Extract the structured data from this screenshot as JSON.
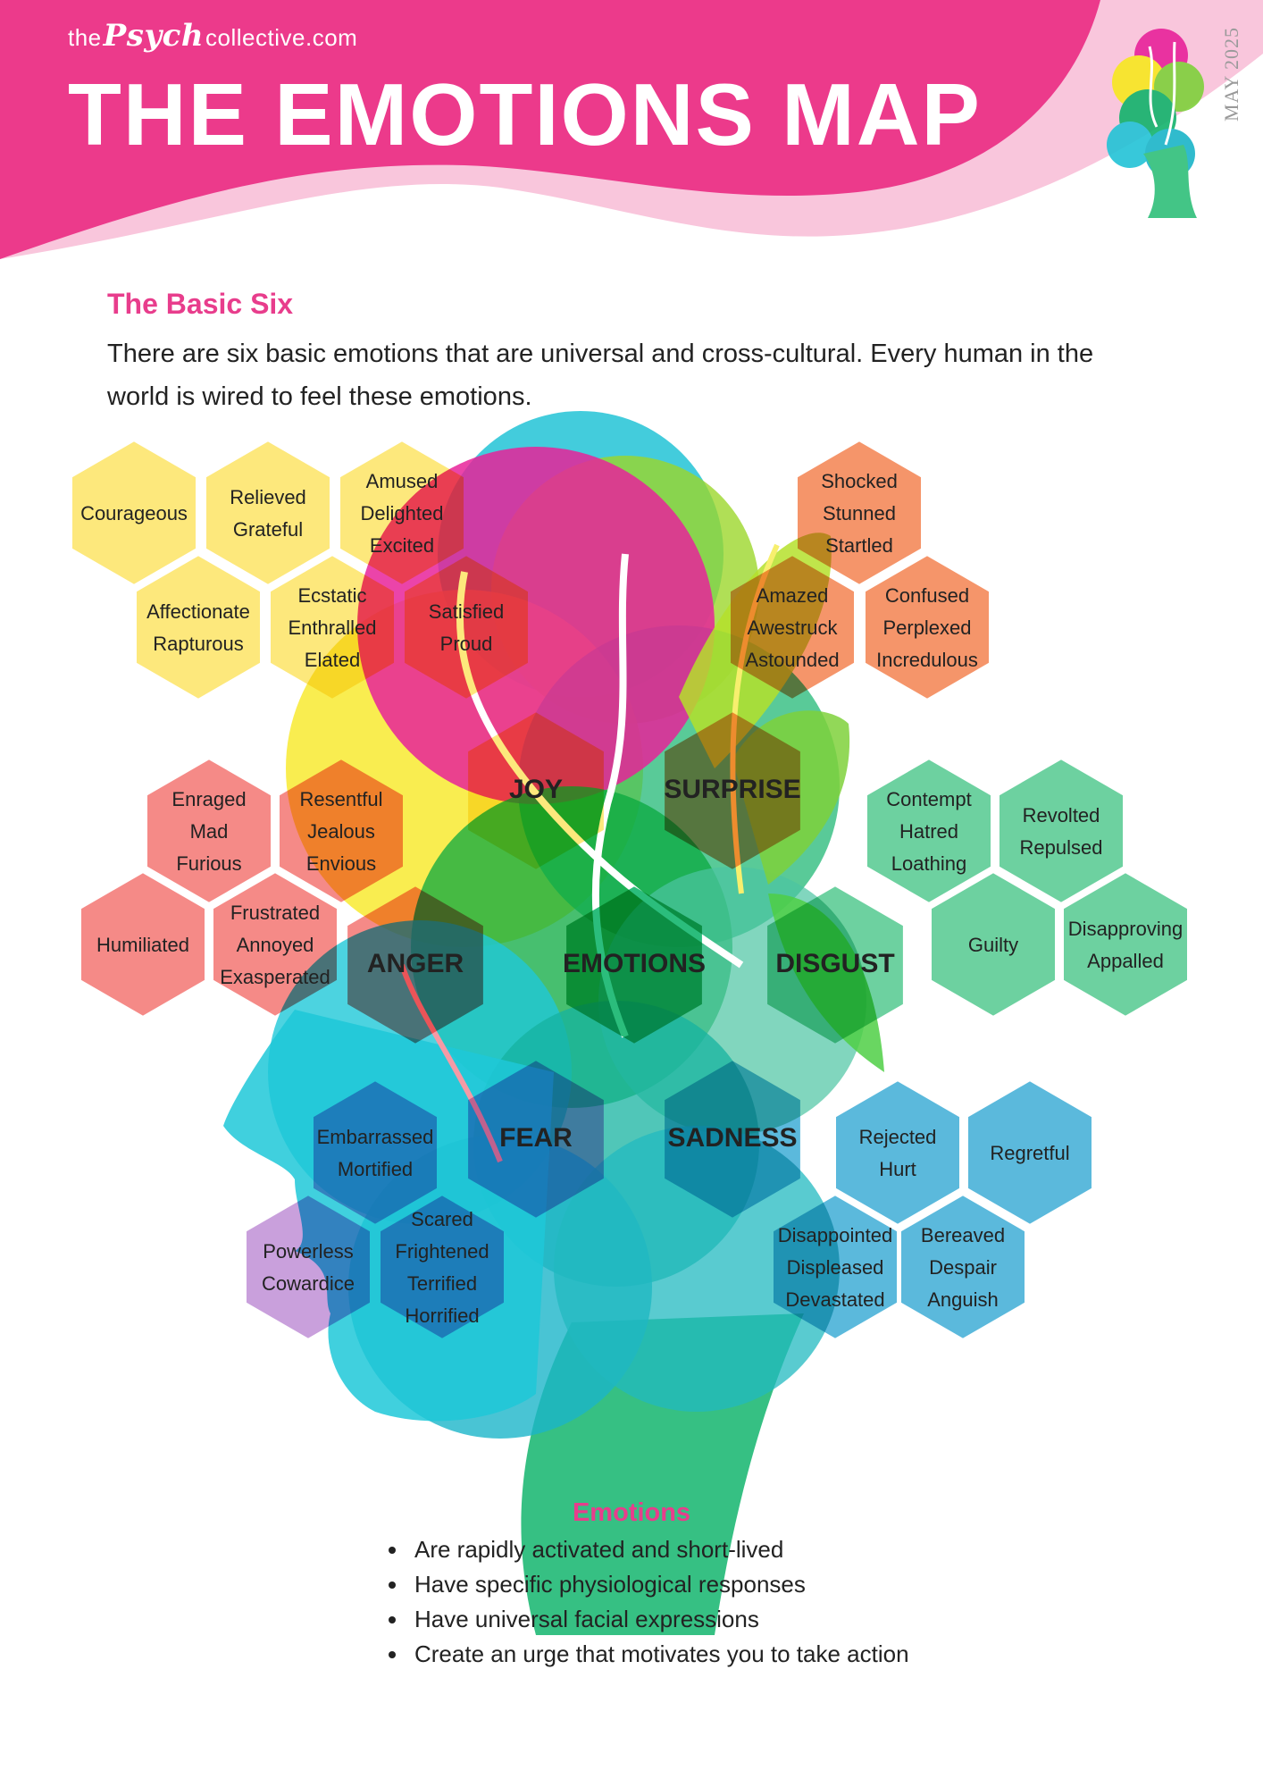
{
  "header": {
    "brand_prefix": "the",
    "brand_name": "Psych",
    "brand_suffix": "collective.com",
    "title": "THE EMOTIONS MAP",
    "date": "MAY 2025"
  },
  "intro": {
    "heading": "The Basic Six",
    "text": "There are six basic emotions that are universal and cross-cultural. Every human in the world is wired to feel these emotions."
  },
  "colors": {
    "header_pink": "#ec3a8b",
    "wave_pink": "#f9c6dc",
    "joy": "#fde87c",
    "surprise": "#f5956a",
    "disgust": "#6dd1a0",
    "anger": "#f58a87",
    "fear": "#c9a0dc",
    "sadness": "#5bb9dc"
  },
  "emotion_map": {
    "center": "EMOTIONS",
    "categories": [
      {
        "name": "JOY",
        "color_key": "joy",
        "words": [
          [
            "Courageous"
          ],
          [
            "Relieved",
            "Grateful"
          ],
          [
            "Amused",
            "Delighted",
            "Excited"
          ],
          [
            "Affectionate",
            "Rapturous"
          ],
          [
            "Ecstatic",
            "Enthralled",
            "Elated"
          ],
          [
            "Satisfied",
            "Proud"
          ]
        ]
      },
      {
        "name": "SURPRISE",
        "color_key": "surprise",
        "words": [
          [
            "Shocked",
            "Stunned",
            "Startled"
          ],
          [
            "Amazed",
            "Awestruck",
            "Astounded"
          ],
          [
            "Confused",
            "Perplexed",
            "Incredulous"
          ]
        ]
      },
      {
        "name": "DISGUST",
        "color_key": "disgust",
        "words": [
          [
            "Contempt",
            "Hatred",
            "Loathing"
          ],
          [
            "Revolted",
            "Repulsed"
          ],
          [
            "Guilty"
          ],
          [
            "Disapproving",
            "Appalled"
          ]
        ]
      },
      {
        "name": "ANGER",
        "color_key": "anger",
        "words": [
          [
            "Enraged",
            "Mad",
            "Furious"
          ],
          [
            "Resentful",
            "Jealous",
            "Envious"
          ],
          [
            "Humiliated"
          ],
          [
            "Frustrated",
            "Annoyed",
            "Exasperated"
          ]
        ]
      },
      {
        "name": "FEAR",
        "color_key": "fear",
        "words": [
          [
            "Embarrassed",
            "Mortified"
          ],
          [
            "Powerless",
            "Cowardice"
          ],
          [
            "Scared",
            "Frightened",
            "Terrified",
            "Horrified"
          ]
        ]
      },
      {
        "name": "SADNESS",
        "color_key": "sadness",
        "words": [
          [
            "Rejected",
            "Hurt"
          ],
          [
            "Regretful"
          ],
          [
            "Disappointed",
            "Displeased",
            "Devastated"
          ],
          [
            "Bereaved",
            "Despair",
            "Anguish"
          ]
        ]
      }
    ]
  },
  "emotions_section": {
    "title": "Emotions",
    "points": [
      "Are rapidly activated and short-lived",
      "Have specific physiological responses",
      "Have universal facial expressions",
      "Create an urge that motivates you to take action"
    ]
  }
}
